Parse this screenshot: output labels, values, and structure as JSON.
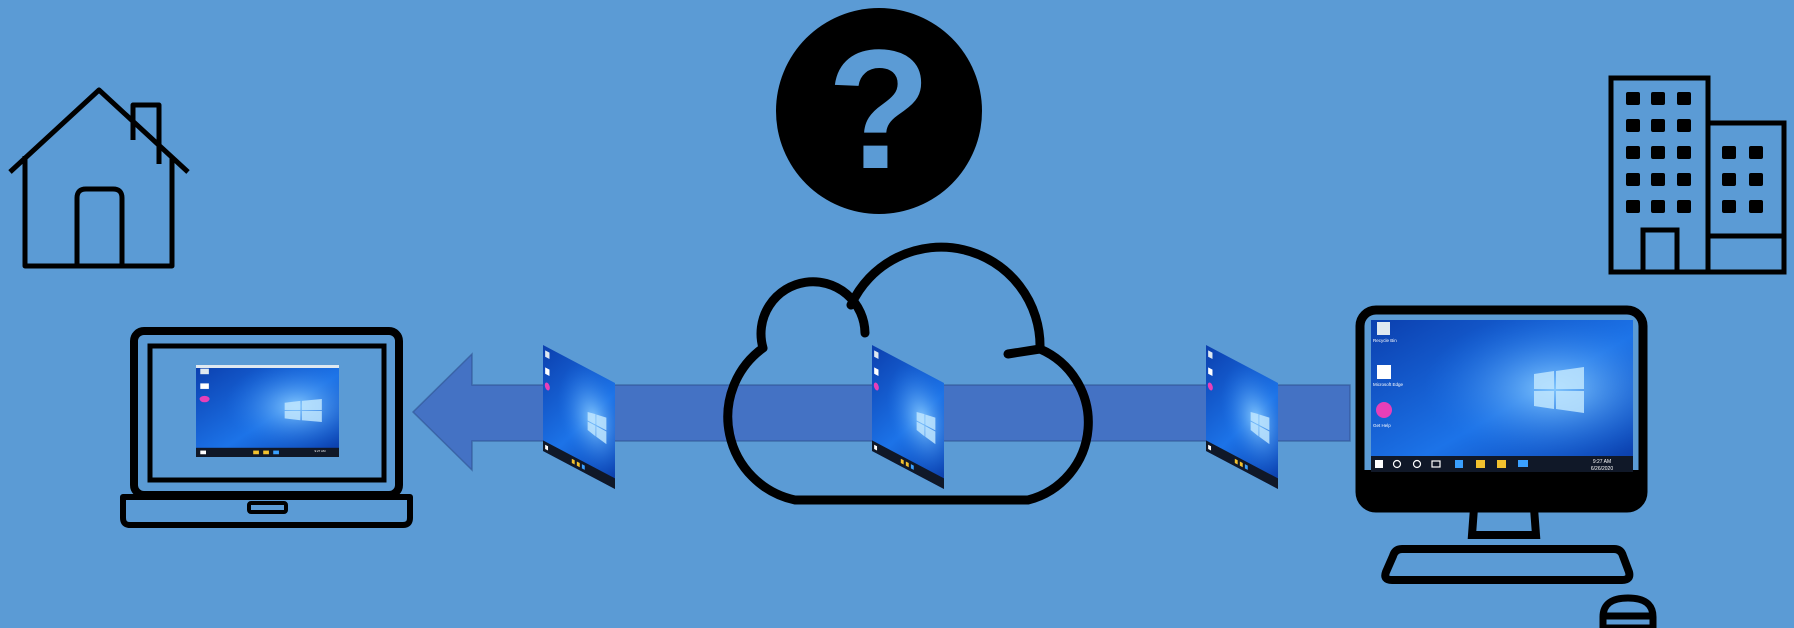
{
  "diagram": {
    "background_color": "#5b9bd5",
    "arrow_color": "#4472c4",
    "outline_color": "#000000",
    "screen_blue": "#1456d8",
    "nodes": [
      {
        "id": "home",
        "icon": "house-icon"
      },
      {
        "id": "laptop",
        "icon": "laptop-icon"
      },
      {
        "id": "question",
        "icon": "question-mark-icon",
        "glyph": "?"
      },
      {
        "id": "cloud",
        "icon": "cloud-icon"
      },
      {
        "id": "office",
        "icon": "office-building-icon"
      },
      {
        "id": "desktop",
        "icon": "desktop-computer-icon"
      },
      {
        "id": "mouse",
        "icon": "mouse-icon"
      }
    ],
    "flow": {
      "from": "desktop",
      "via": "cloud",
      "to": "laptop",
      "direction": "right-to-left"
    },
    "desktop_screen": {
      "clock_time": "9:27 AM",
      "clock_date": "6/26/2020",
      "desktop_icons": [
        {
          "icon": "recycle-bin-icon",
          "label": "Recycle Bin"
        },
        {
          "icon": "edge-icon",
          "label": "Microsoft Edge"
        },
        {
          "icon": "app-shortcut-icon",
          "label": "Get Help"
        }
      ]
    },
    "laptop_screen": {
      "clock_time": "9:27 AM",
      "clock_date": "6/26/2020"
    }
  }
}
